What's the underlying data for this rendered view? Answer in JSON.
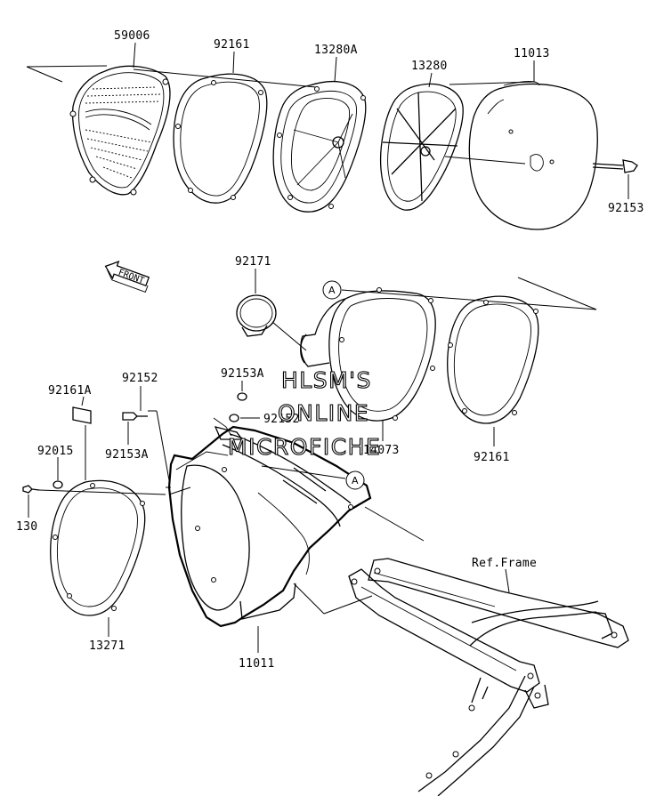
{
  "diagram": {
    "part_labels": {
      "p59006": "59006",
      "p92161_top": "92161",
      "p13280A": "13280A",
      "p13280": "13280",
      "p11013": "11013",
      "p92153_right": "92153",
      "p92171": "92171",
      "p92153A_mid": "92153A",
      "p92152_top": "92152",
      "p92161A": "92161A",
      "p92015": "92015",
      "p92153A_left": "92153A",
      "p130": "130",
      "p13271": "13271",
      "p11011": "11011",
      "p92152_mid": "92152",
      "p14073": "14073",
      "p92161_mid": "92161",
      "ref_frame": "Ref.Frame"
    },
    "callout_a": "A",
    "front_label": "FRONT",
    "watermark": {
      "line1": "HLSM'S",
      "line2": "ONLINE",
      "line3": "MICROFICHE"
    }
  }
}
